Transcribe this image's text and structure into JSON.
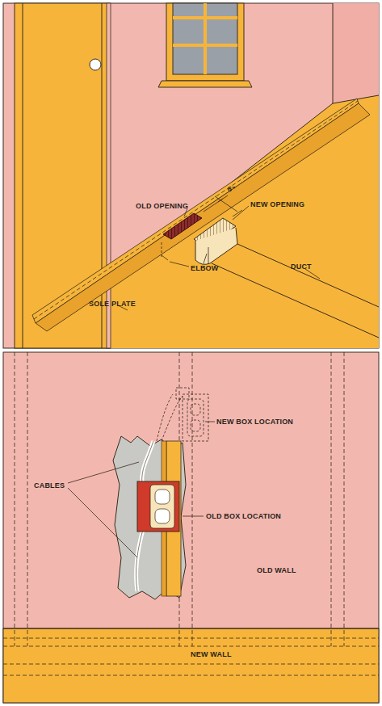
{
  "diagram": {
    "labels": [
      "OLD OPENING",
      "NEW OPENING",
      "6\"",
      "ELBOW",
      "DUCT",
      "SOLE PLATE",
      "NEW BOX LOCATION",
      "CABLES",
      "OLD BOX LOCATION",
      "OLD WALL",
      "NEW WALL"
    ]
  }
}
